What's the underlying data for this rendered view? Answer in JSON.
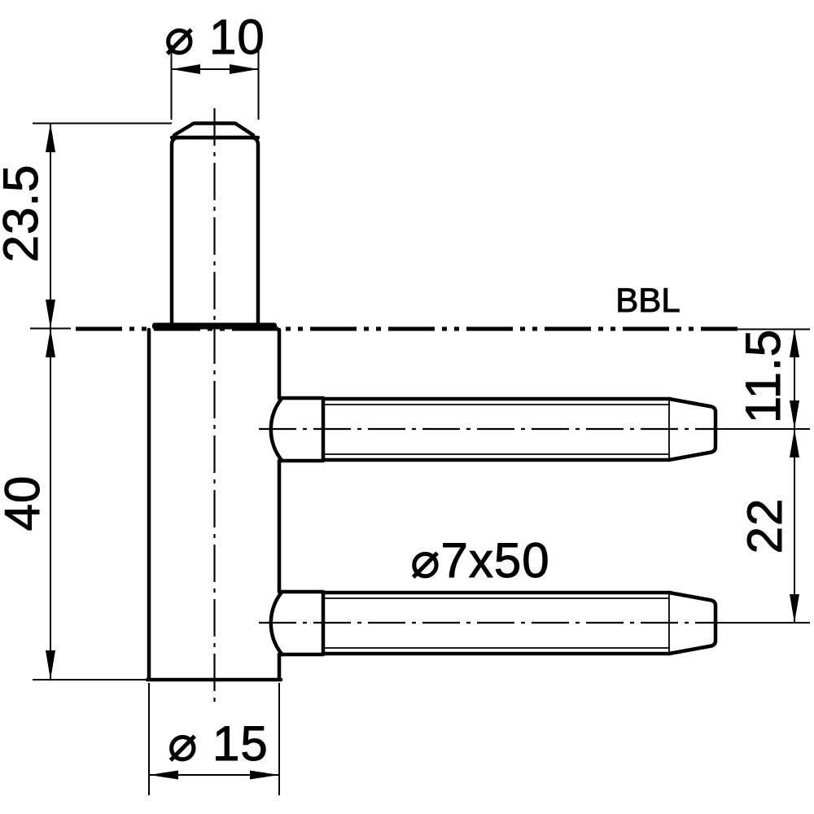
{
  "drawing": {
    "reference_label": "BBL",
    "dimensions": {
      "pin_diameter": "⌀ 10",
      "pin_height_above_bbl": "23.5",
      "body_height_below_bbl": "40",
      "body_diameter": "⌀ 15",
      "first_screw_offset_from_bbl": "11.5",
      "screw_center_spacing": "22",
      "screw_size": "⌀7x50"
    },
    "colors": {
      "ink": "#000000",
      "paper": "#ffffff"
    }
  }
}
